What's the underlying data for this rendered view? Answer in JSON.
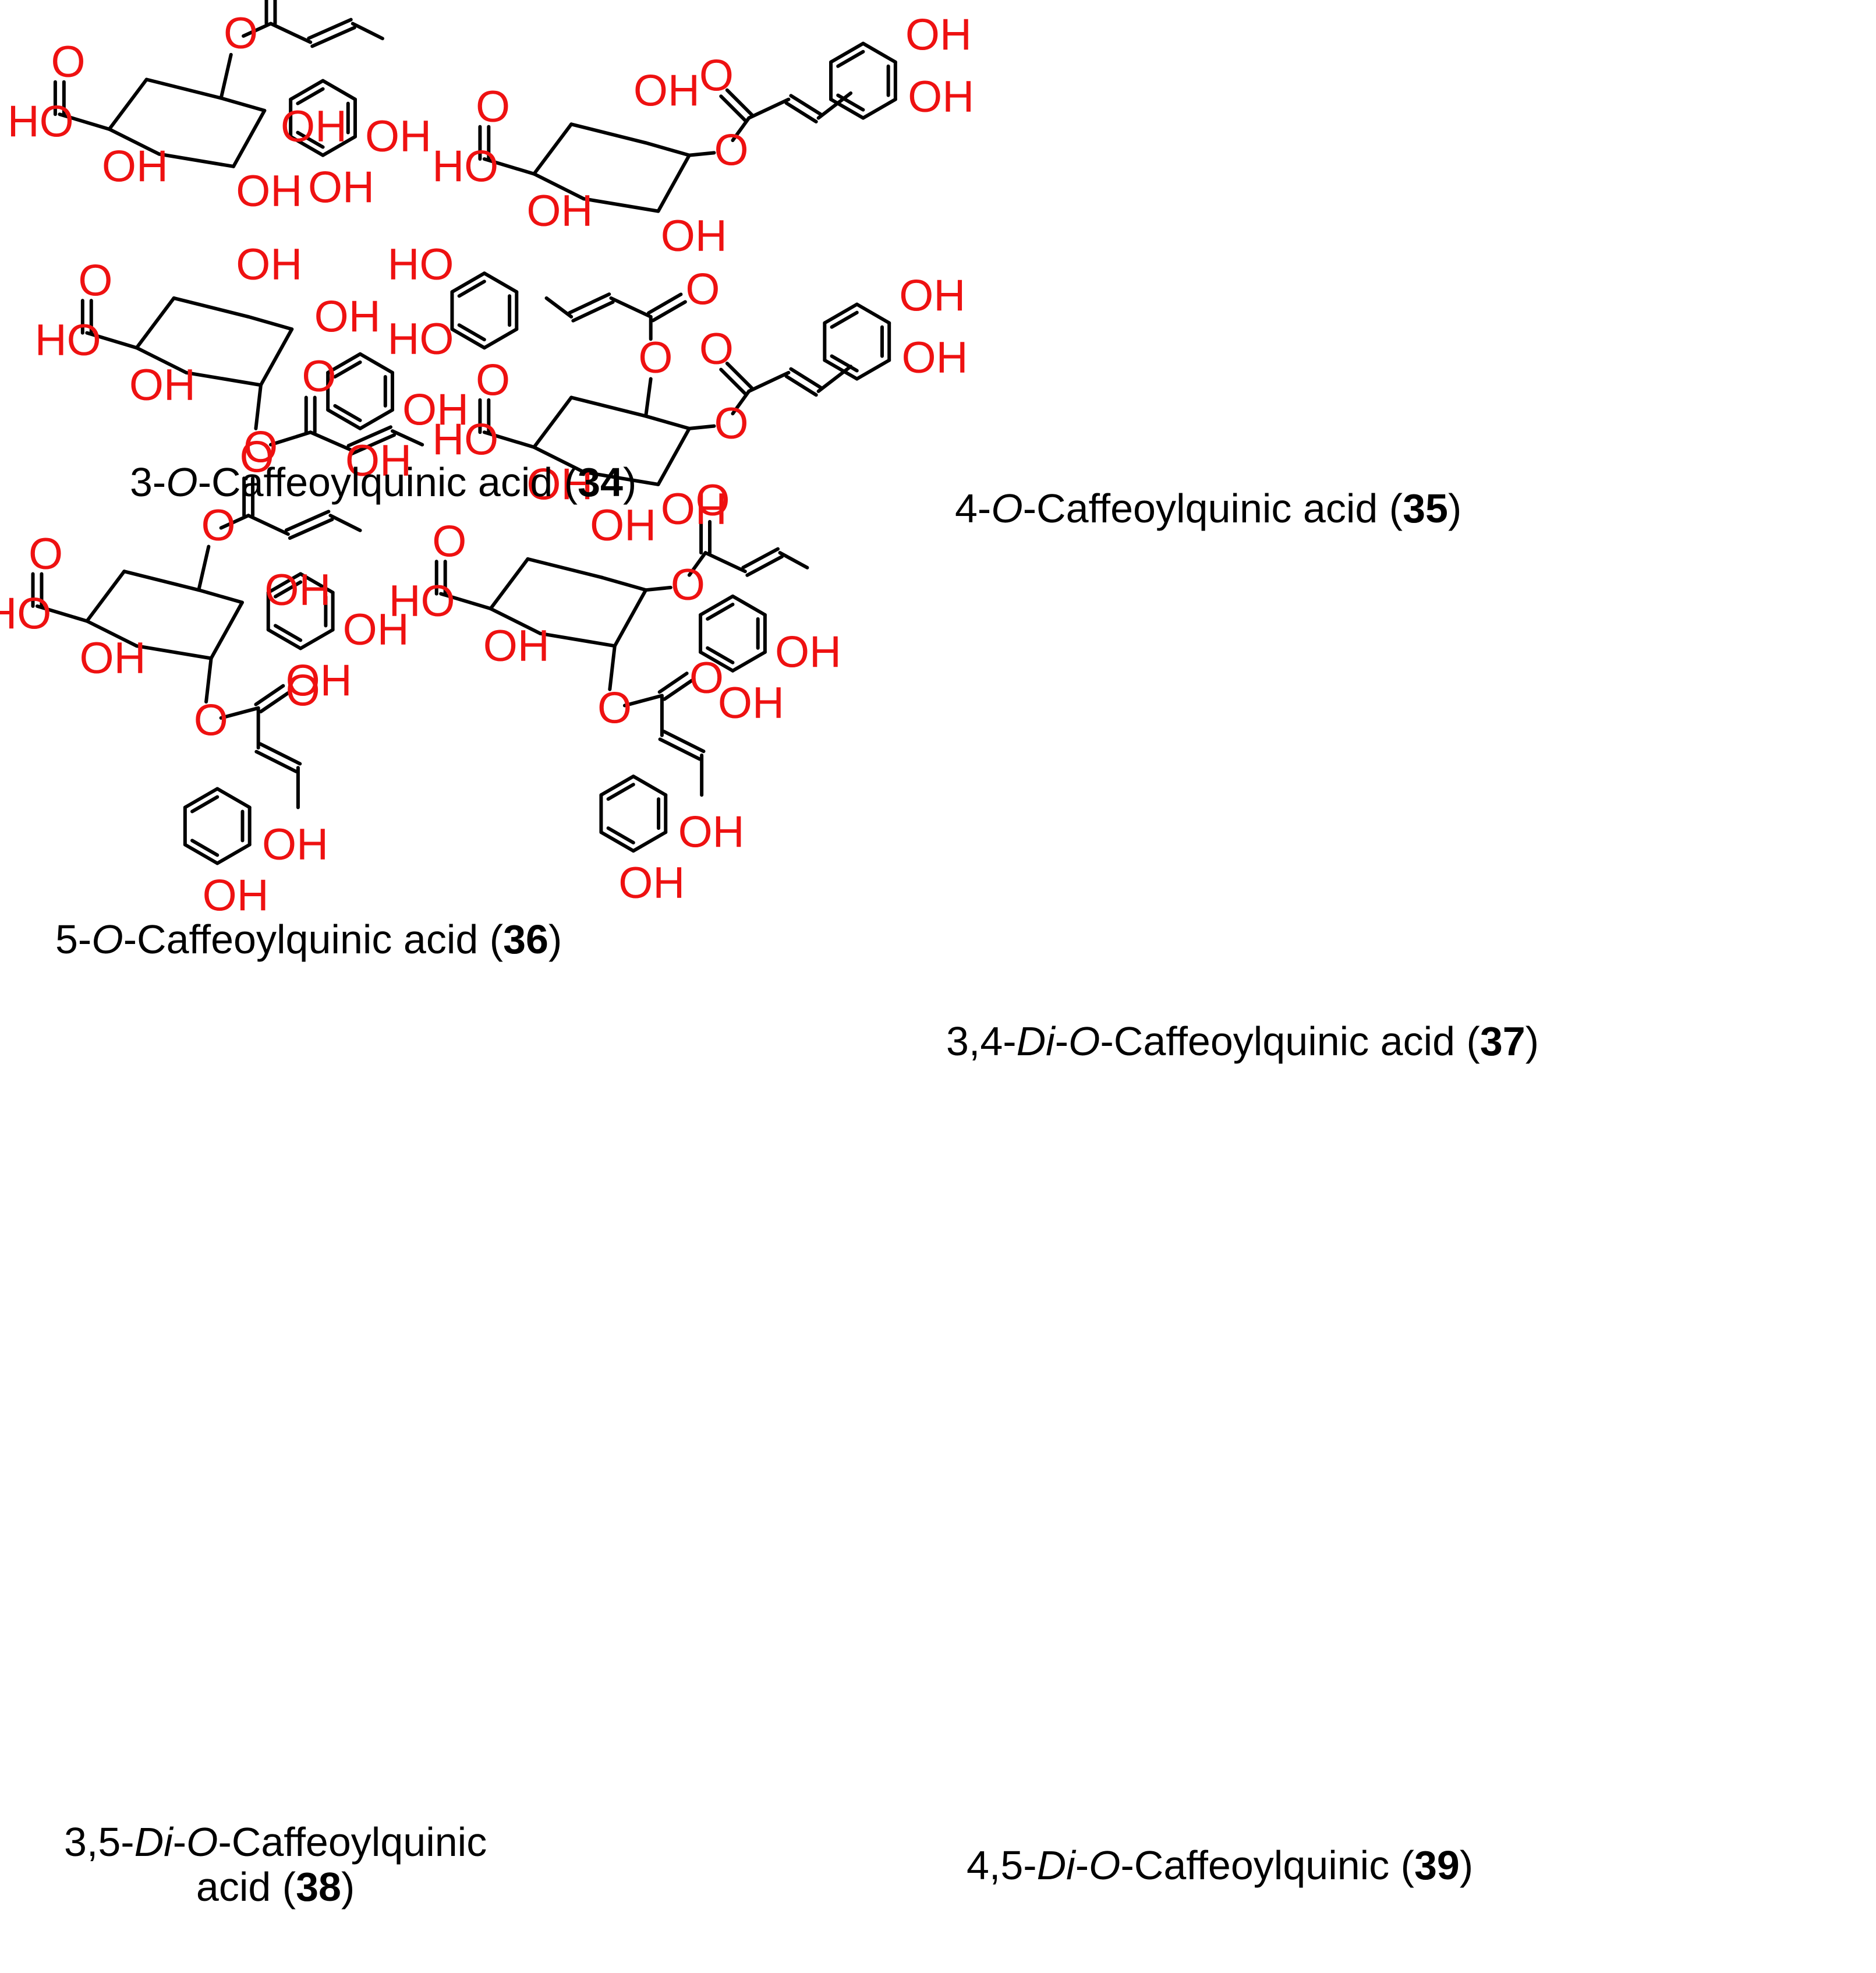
{
  "colors": {
    "bond": "#000000",
    "heteroatom": "#ee1111",
    "background": "#ffffff"
  },
  "atom_labels": {
    "oxygen": "O",
    "hydroxyl": "OH",
    "hydroxyl_left": "HO"
  },
  "compounds": [
    {
      "number": "34",
      "position_prefix": "3-",
      "italic_1": "O",
      "middle": "",
      "italic_2": "",
      "name_suffix": "-Caffeoylquinic acid",
      "caption_line2": ""
    },
    {
      "number": "35",
      "position_prefix": "4-",
      "italic_1": "O",
      "middle": "",
      "italic_2": "",
      "name_suffix": "-Caffeoylquinic acid",
      "caption_line2": ""
    },
    {
      "number": "36",
      "position_prefix": "5-",
      "italic_1": "O",
      "middle": "",
      "italic_2": "",
      "name_suffix": "-Caffeoylquinic acid",
      "caption_line2": ""
    },
    {
      "number": "37",
      "position_prefix": "3,4-",
      "italic_1": "Di",
      "middle": "-",
      "italic_2": "O",
      "name_suffix": "-Caffeoylquinic acid",
      "caption_line2": ""
    },
    {
      "number": "38",
      "position_prefix": "3,5-",
      "italic_1": "Di",
      "middle": "-",
      "italic_2": "O",
      "name_suffix": "-Caffeoylquinic",
      "caption_line2": "acid"
    },
    {
      "number": "39",
      "position_prefix": "4,5-",
      "italic_1": "Di",
      "middle": "-",
      "italic_2": "O",
      "name_suffix": "-Caffeoylquinic",
      "caption_line2": ""
    }
  ]
}
